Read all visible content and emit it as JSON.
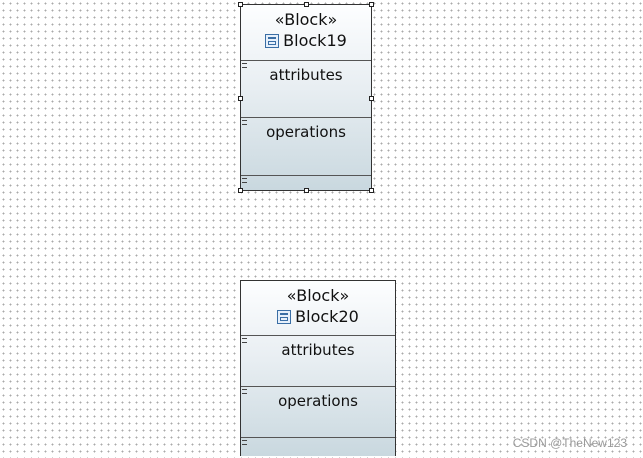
{
  "blocks": [
    {
      "stereotype": "«Block»",
      "name": "Block19",
      "icon": "block-icon",
      "compartments": [
        "attributes",
        "operations"
      ],
      "selected": true
    },
    {
      "stereotype": "«Block»",
      "name": "Block20",
      "icon": "block-icon",
      "compartments": [
        "attributes",
        "operations"
      ],
      "selected": false
    }
  ],
  "watermark": "CSDN @TheNew123",
  "colors": {
    "border": "#333333",
    "fill_top": "#fdfeff",
    "fill_bottom": "#c9d8df",
    "grid_dot": "#a9a9a9"
  }
}
